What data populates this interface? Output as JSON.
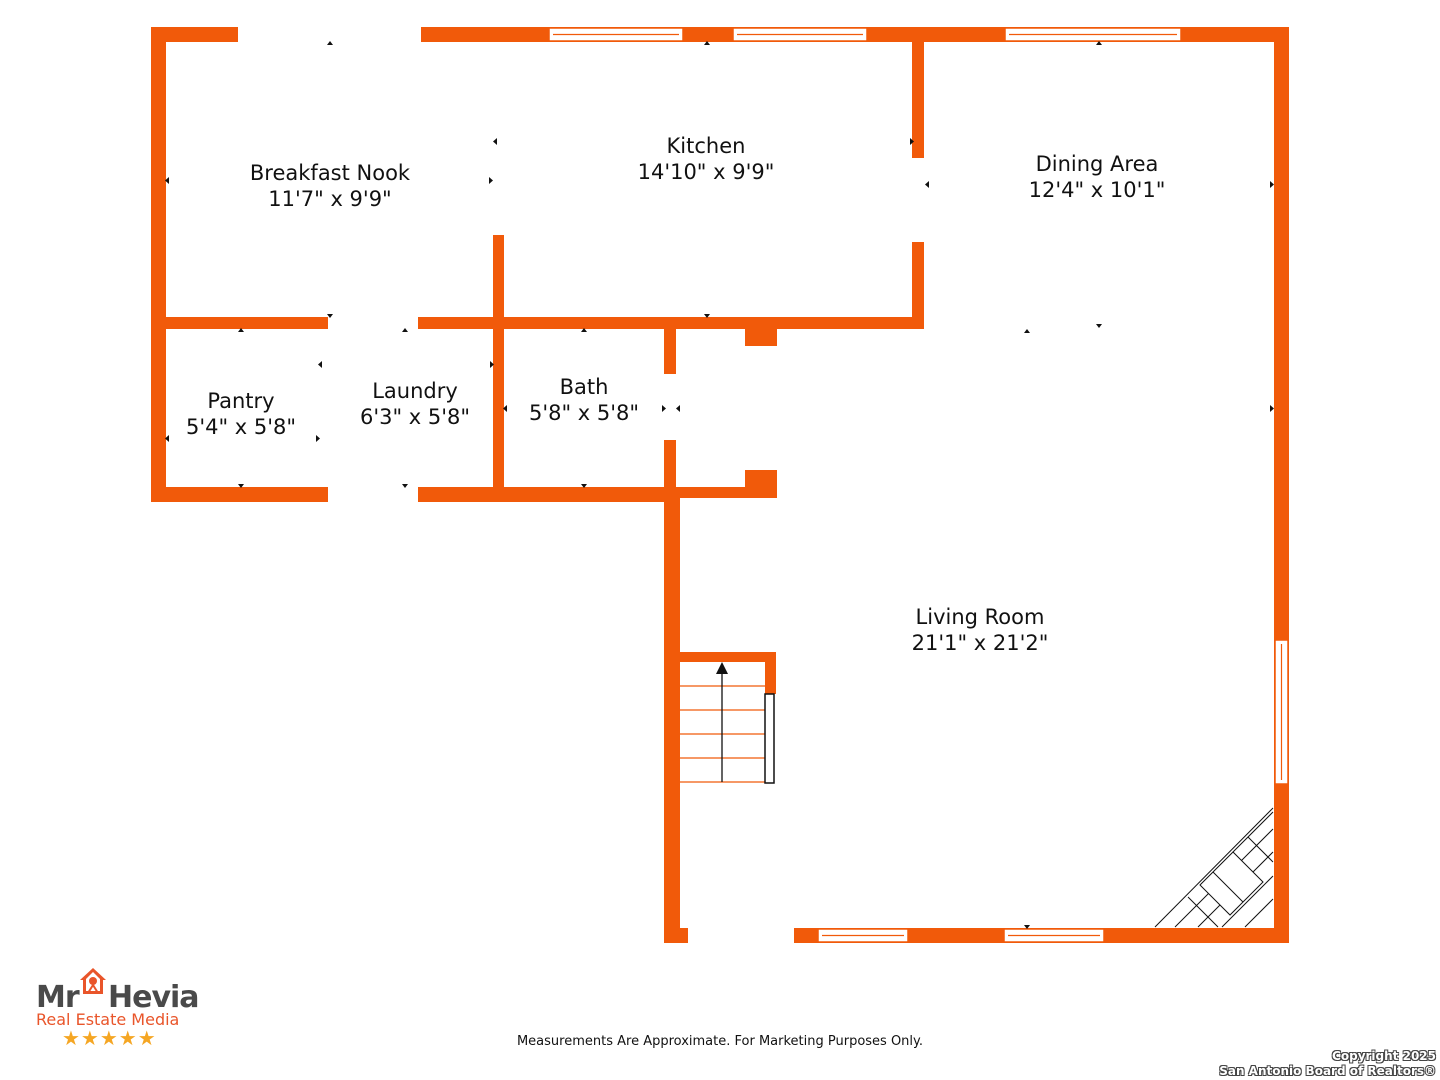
{
  "rooms": [
    {
      "id": "breakfast-nook",
      "name": "Breakfast Nook",
      "dims": "11'7\" x 9'9\""
    },
    {
      "id": "kitchen",
      "name": "Kitchen",
      "dims": "14'10\" x 9'9\""
    },
    {
      "id": "dining-area",
      "name": "Dining Area",
      "dims": "12'4\" x 10'1\""
    },
    {
      "id": "pantry",
      "name": "Pantry",
      "dims": "5'4\" x 5'8\""
    },
    {
      "id": "laundry",
      "name": "Laundry",
      "dims": "6'3\" x 5'8\""
    },
    {
      "id": "bath",
      "name": "Bath",
      "dims": "5'8\" x 5'8\""
    },
    {
      "id": "living-room",
      "name": "Living Room",
      "dims": "21'1\" x 21'2\""
    }
  ],
  "footer": {
    "disclaimer": "Measurements Are Approximate. For Marketing Purposes Only.",
    "copyright_line1": "Copyright 2025",
    "copyright_line2": "San Antonio Board of Realtors®"
  },
  "logo": {
    "mr": "Mr",
    "hevia": "Hevia",
    "subtitle": "Real Estate Media",
    "stars": "★★★★★",
    "icon": "house-camera-icon"
  },
  "colors": {
    "wall": "#f15a0a",
    "text": "#111111",
    "logo_orange": "#e9552a",
    "logo_gray": "#4a4a4a",
    "star": "#f5a623"
  }
}
